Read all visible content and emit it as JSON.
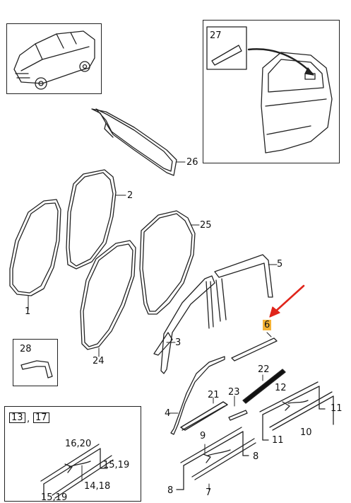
{
  "labels": {
    "p1": "1",
    "p2": "2",
    "p3": "3",
    "p4": "4",
    "p5": "5",
    "p6": "6",
    "p7": "7",
    "p8a": "8",
    "p8b": "8",
    "p9": "9",
    "p10": "10",
    "p11a": "11",
    "p11b": "11",
    "p12": "12",
    "p21": "21",
    "p22": "22",
    "p23": "23",
    "p24": "24",
    "p25": "25",
    "p26": "26",
    "p27": "27",
    "p28": "28",
    "inset13": "13",
    "inset_sep": ",",
    "inset17": "17",
    "p16_20": "16,20",
    "p15_19a": "15,19",
    "p14_18": "14,18",
    "p15_19b": "15,19"
  },
  "colors": {
    "highlight": "#f5b335",
    "arrow": "#e0251b",
    "ink": "#222222"
  },
  "highlighted_part": "6"
}
